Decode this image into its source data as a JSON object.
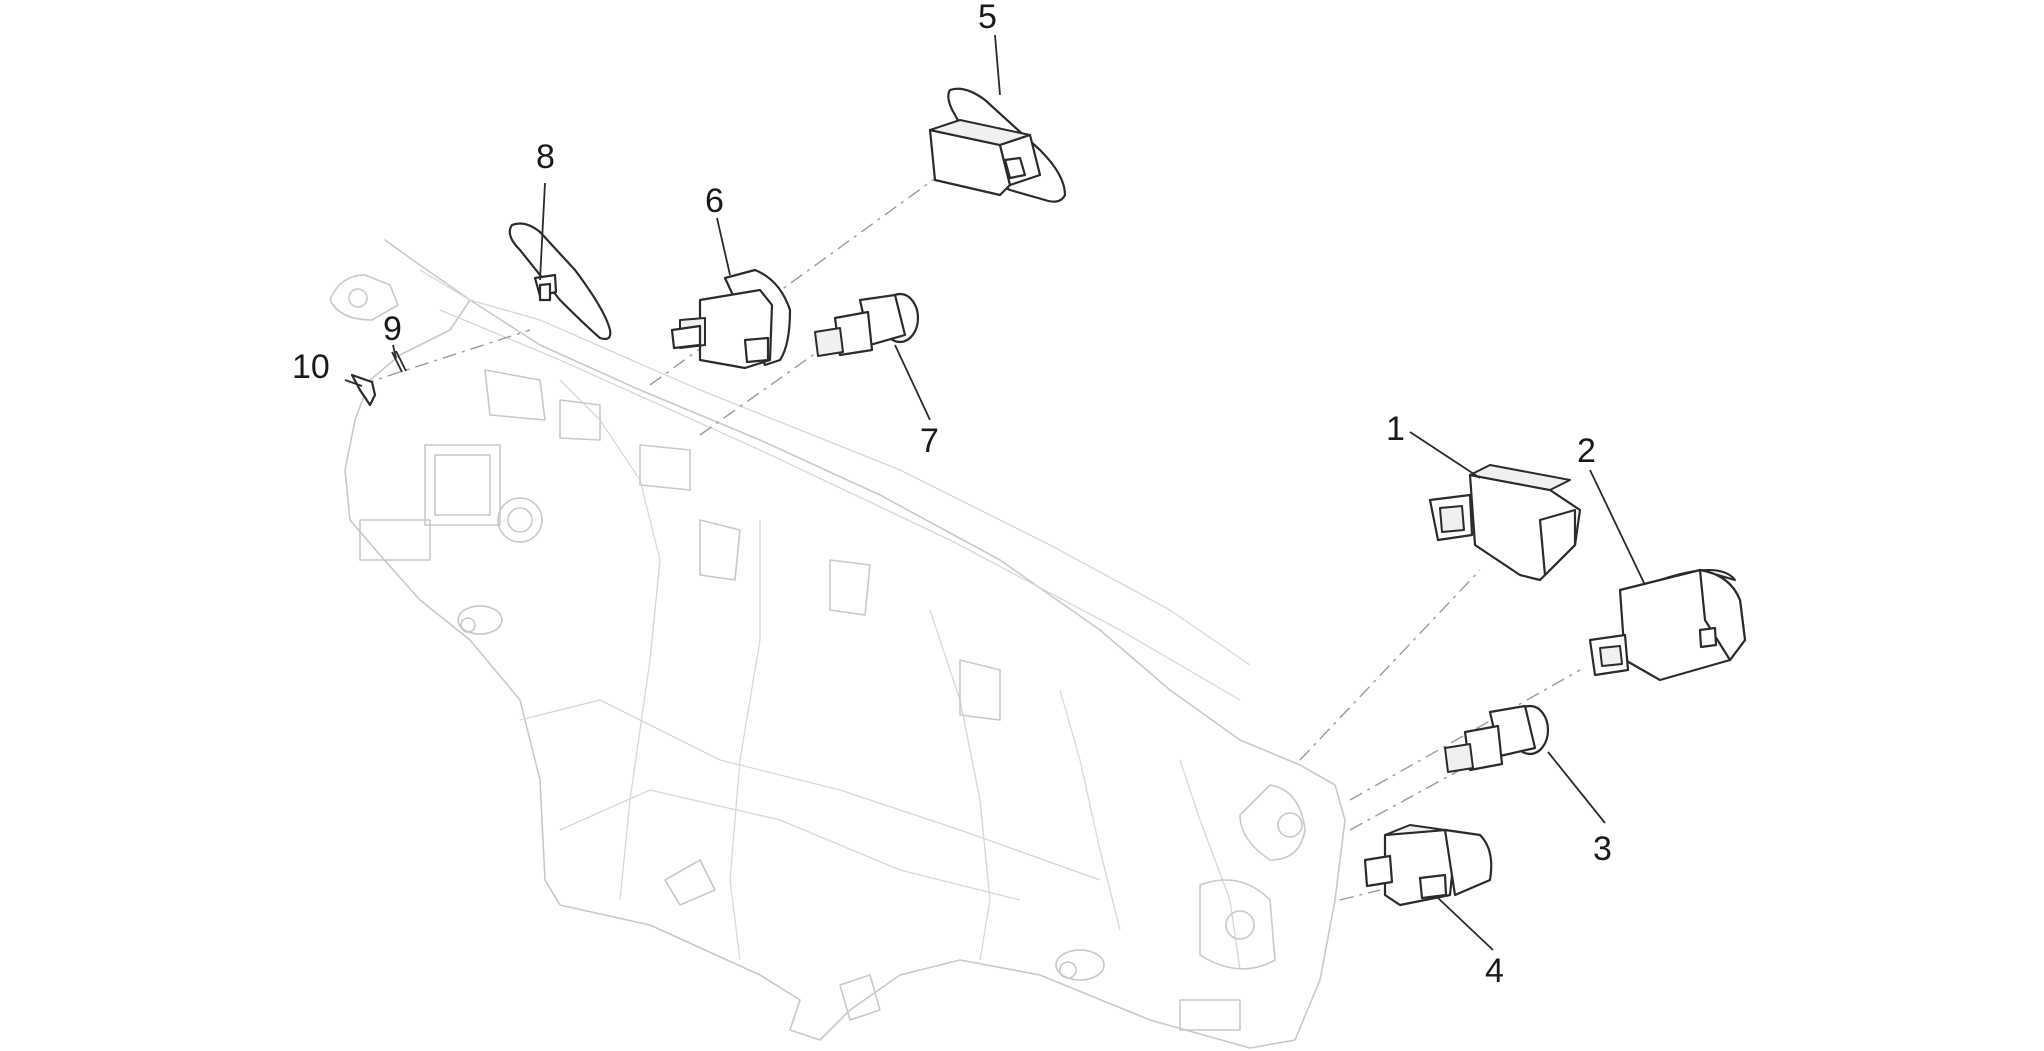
{
  "callouts": [
    {
      "id": "1",
      "label": "1"
    },
    {
      "id": "2",
      "label": "2"
    },
    {
      "id": "3",
      "label": "3"
    },
    {
      "id": "4",
      "label": "4"
    },
    {
      "id": "5",
      "label": "5"
    },
    {
      "id": "6",
      "label": "6"
    },
    {
      "id": "7",
      "label": "7"
    },
    {
      "id": "8",
      "label": "8"
    },
    {
      "id": "9",
      "label": "9"
    },
    {
      "id": "10",
      "label": "10"
    }
  ],
  "colors": {
    "line": "#2b2b2b",
    "faint": "#c9c9c9",
    "background": "#ffffff"
  }
}
